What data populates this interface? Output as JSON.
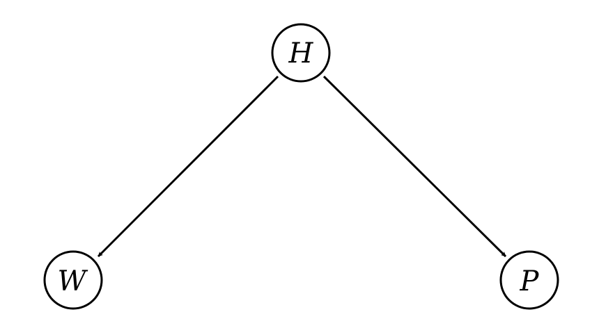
{
  "nodes": {
    "h": {
      "label": "H"
    },
    "w": {
      "label": "W"
    },
    "p": {
      "label": "P"
    }
  },
  "edges": [
    {
      "from": "H",
      "to": "W"
    },
    {
      "from": "H",
      "to": "P"
    }
  ],
  "colors": {
    "stroke": "#000000",
    "fill": "#ffffff"
  }
}
